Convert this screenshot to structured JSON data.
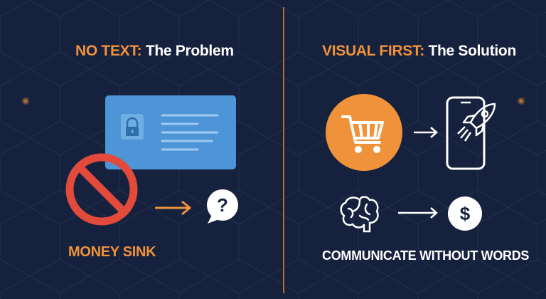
{
  "left_panel": {
    "title_accent": "NO TEXT:",
    "title_rest": "The Problem",
    "caption": "MONEY SINK"
  },
  "right_panel": {
    "title_accent": "VISUAL FIRST:",
    "title_rest": "The Solution",
    "caption": "COMMUNICATE WITHOUT WORDS"
  },
  "colors": {
    "background": "#16213d",
    "accent_orange": "#f0923a",
    "card_blue": "#4d95d6",
    "prohibition_red": "#e24a3b",
    "white": "#ffffff"
  },
  "icons": {
    "left": [
      "lock-icon",
      "prohibition-icon",
      "arrow-right-icon",
      "question-bubble-icon"
    ],
    "right": [
      "shopping-cart-icon",
      "arrow-right-icon",
      "smartphone-rocket-icon",
      "brain-icon",
      "dollar-coin-icon"
    ]
  }
}
